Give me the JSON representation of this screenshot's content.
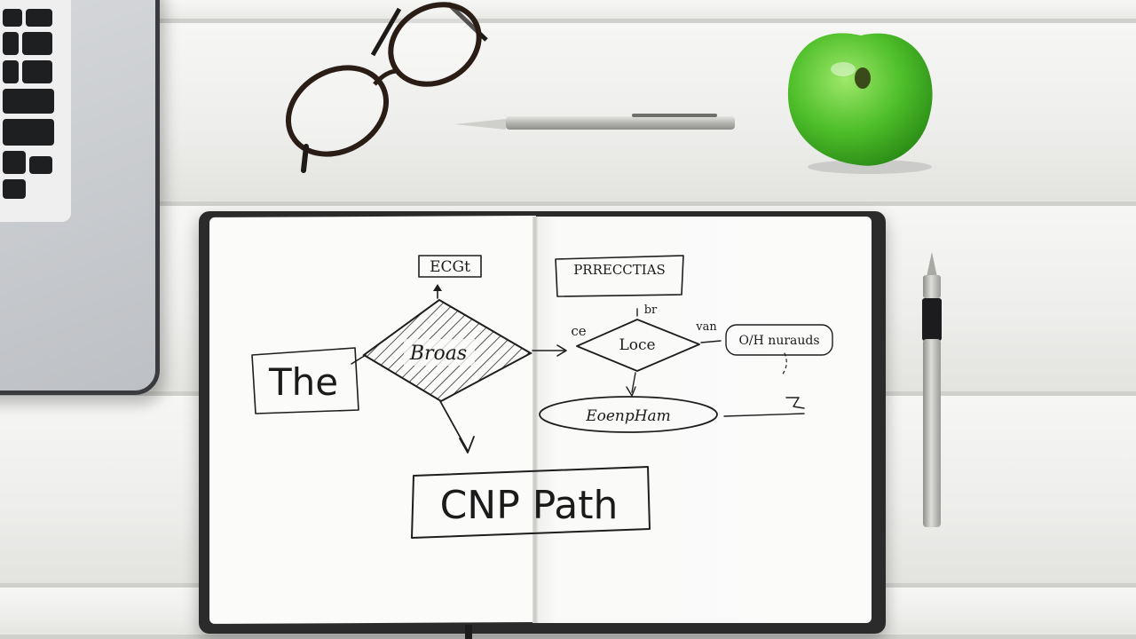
{
  "notebook_sketch": {
    "top_left_box": "ECGt",
    "top_right_box": "PRRECCTIAS",
    "left_label": "The",
    "diamond_main": "Broas",
    "diamond_small": "Loce",
    "left_connector": "ce",
    "right_connector": "van",
    "above_small_diamond": "br",
    "right_pill": "O/H nurauds",
    "bottom_oval": "EoenpHam",
    "title_box": "CNP Path"
  },
  "colors": {
    "apple": "#4fbf2a",
    "ink": "#1e1e1e",
    "notebook_cover": "#2b2b2c",
    "desk": "#efefed"
  }
}
